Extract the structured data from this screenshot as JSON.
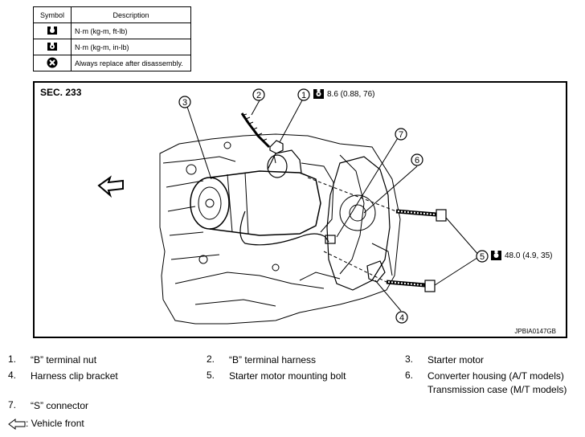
{
  "legend": {
    "header_symbol": "Symbol",
    "header_description": "Description",
    "rows": [
      {
        "icon": "torque-wrench-ftlb-icon",
        "text": "N·m (kg-m, ft-lb)"
      },
      {
        "icon": "torque-wrench-inlb-icon",
        "text": "N·m (kg-m, in-lb)"
      },
      {
        "icon": "always-replace-icon",
        "text": "Always replace after disassembly."
      }
    ]
  },
  "figure": {
    "section": "SEC. 233",
    "code": "JPBIA0147GB",
    "torque_nut": "8.6 (0.88, 76)",
    "torque_bolt": "48.0 (4.9, 35)",
    "callouts": [
      "1",
      "2",
      "3",
      "4",
      "5",
      "6",
      "7"
    ]
  },
  "parts": [
    {
      "num": "1.",
      "name": "“B” terminal nut"
    },
    {
      "num": "2.",
      "name": "“B” terminal harness"
    },
    {
      "num": "3.",
      "name": "Starter motor"
    },
    {
      "num": "4.",
      "name": "Harness clip bracket"
    },
    {
      "num": "5.",
      "name": "Starter motor mounting bolt"
    },
    {
      "num": "6.",
      "name": "Converter housing (A/T models)",
      "name2": "Transmission case (M/T models)"
    },
    {
      "num": "7.",
      "name": "“S” connector"
    }
  ],
  "vehicle_front": ": Vehicle front"
}
